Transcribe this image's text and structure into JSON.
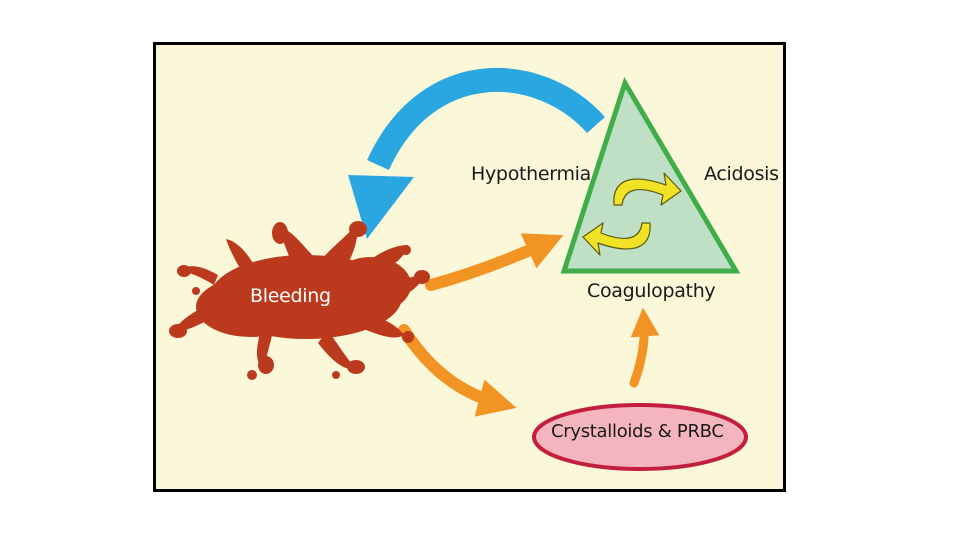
{
  "diagram": {
    "nodes": {
      "bleeding": "Bleeding",
      "hypothermia": "Hypothermia",
      "acidosis": "Acidosis",
      "coagulopathy": "Coagulopathy",
      "crystalloids": "Crystalloids & PRBC"
    },
    "colors": {
      "background": "#fbf8da",
      "bleeding_splat": "#bb3a1e",
      "triangle_fill": "#bfe0c4",
      "triangle_stroke": "#3fae49",
      "cycle_arrows": "#f2e226",
      "orange_arrows": "#f29423",
      "blue_arrow": "#2aa6e0",
      "oval_fill": "#f4b5bf",
      "oval_stroke": "#c21f3e"
    },
    "edges": [
      {
        "from": "Bleeding",
        "to": "Hypothermia / Acidosis / Coagulopathy triad"
      },
      {
        "from": "Bleeding",
        "to": "Crystalloids & PRBC"
      },
      {
        "from": "Crystalloids & PRBC",
        "to": "Coagulopathy"
      },
      {
        "from": "Hypothermia / Acidosis / Coagulopathy triad",
        "to": "Bleeding"
      }
    ]
  }
}
